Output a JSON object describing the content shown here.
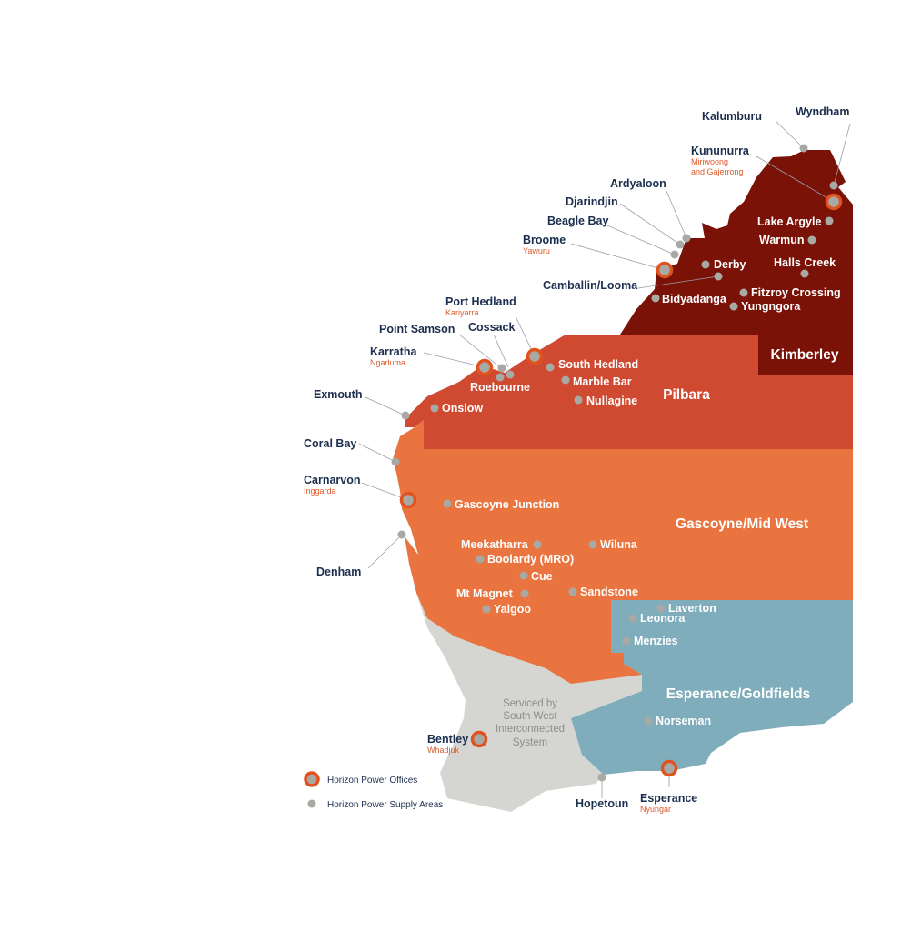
{
  "colors": {
    "kimberley": "#7a1208",
    "pilbara": "#d04a32",
    "gascoyne": "#e9743f",
    "esperance": "#7fadbb",
    "southwest": "#d5d6d1",
    "office": "#e0531f",
    "supply_dot": "#a8a9a4",
    "label": "#1c2f4f",
    "sublabel": "#e05a2a"
  },
  "regions": {
    "kimberley": "Kimberley",
    "pilbara": "Pilbara",
    "gascoyne": "Gascoyne/Mid West",
    "esperance": "Esperance/Goldfields"
  },
  "swis_note": [
    "Serviced by",
    "South West",
    "Interconnected",
    "System"
  ],
  "legend": {
    "offices": "Horizon Power Offices",
    "supply": "Horizon Power Supply Areas"
  },
  "places": {
    "kalumburu": "Kalumburu",
    "wyndham": "Wyndham",
    "kununurra": "Kununurra",
    "kununurra_sub1": "Miriwoong",
    "kununurra_sub2": "and Gajerrong",
    "ardyaloon": "Ardyaloon",
    "djarindjin": "Djarindjin",
    "beagle_bay": "Beagle Bay",
    "broome": "Broome",
    "broome_sub": "Yawuru",
    "camballin": "Camballin/Looma",
    "derby": "Derby",
    "lake_argyle": "Lake Argyle",
    "warmun": "Warmun",
    "halls_creek": "Halls Creek",
    "fitzroy": "Fitzroy Crossing",
    "bidyadanga": "Bidyadanga",
    "yungngora": "Yungngora",
    "port_hedland": "Port Hedland",
    "port_hedland_sub": "Kariyarra",
    "point_samson": "Point Samson",
    "cossack": "Cossack",
    "karratha": "Karratha",
    "karratha_sub": "Ngarluma",
    "roebourne": "Roebourne",
    "south_hedland": "South Hedland",
    "marble_bar": "Marble Bar",
    "nullagine": "Nullagine",
    "exmouth": "Exmouth",
    "onslow": "Onslow",
    "coral_bay": "Coral Bay",
    "carnarvon": "Carnarvon",
    "carnarvon_sub": "Inggarda",
    "gascoyne_junction": "Gascoyne Junction",
    "denham": "Denham",
    "meekatharra": "Meekatharra",
    "wiluna": "Wiluna",
    "boolardy": "Boolardy (MRO)",
    "cue": "Cue",
    "mt_magnet": "Mt Magnet",
    "sandstone": "Sandstone",
    "yalgoo": "Yalgoo",
    "laverton": "Laverton",
    "leonora": "Leonora",
    "menzies": "Menzies",
    "norseman": "Norseman",
    "bentley": "Bentley",
    "bentley_sub": "Whadjuk",
    "esperance": "Esperance",
    "esperance_sub": "Nyungar",
    "hopetoun": "Hopetoun"
  }
}
